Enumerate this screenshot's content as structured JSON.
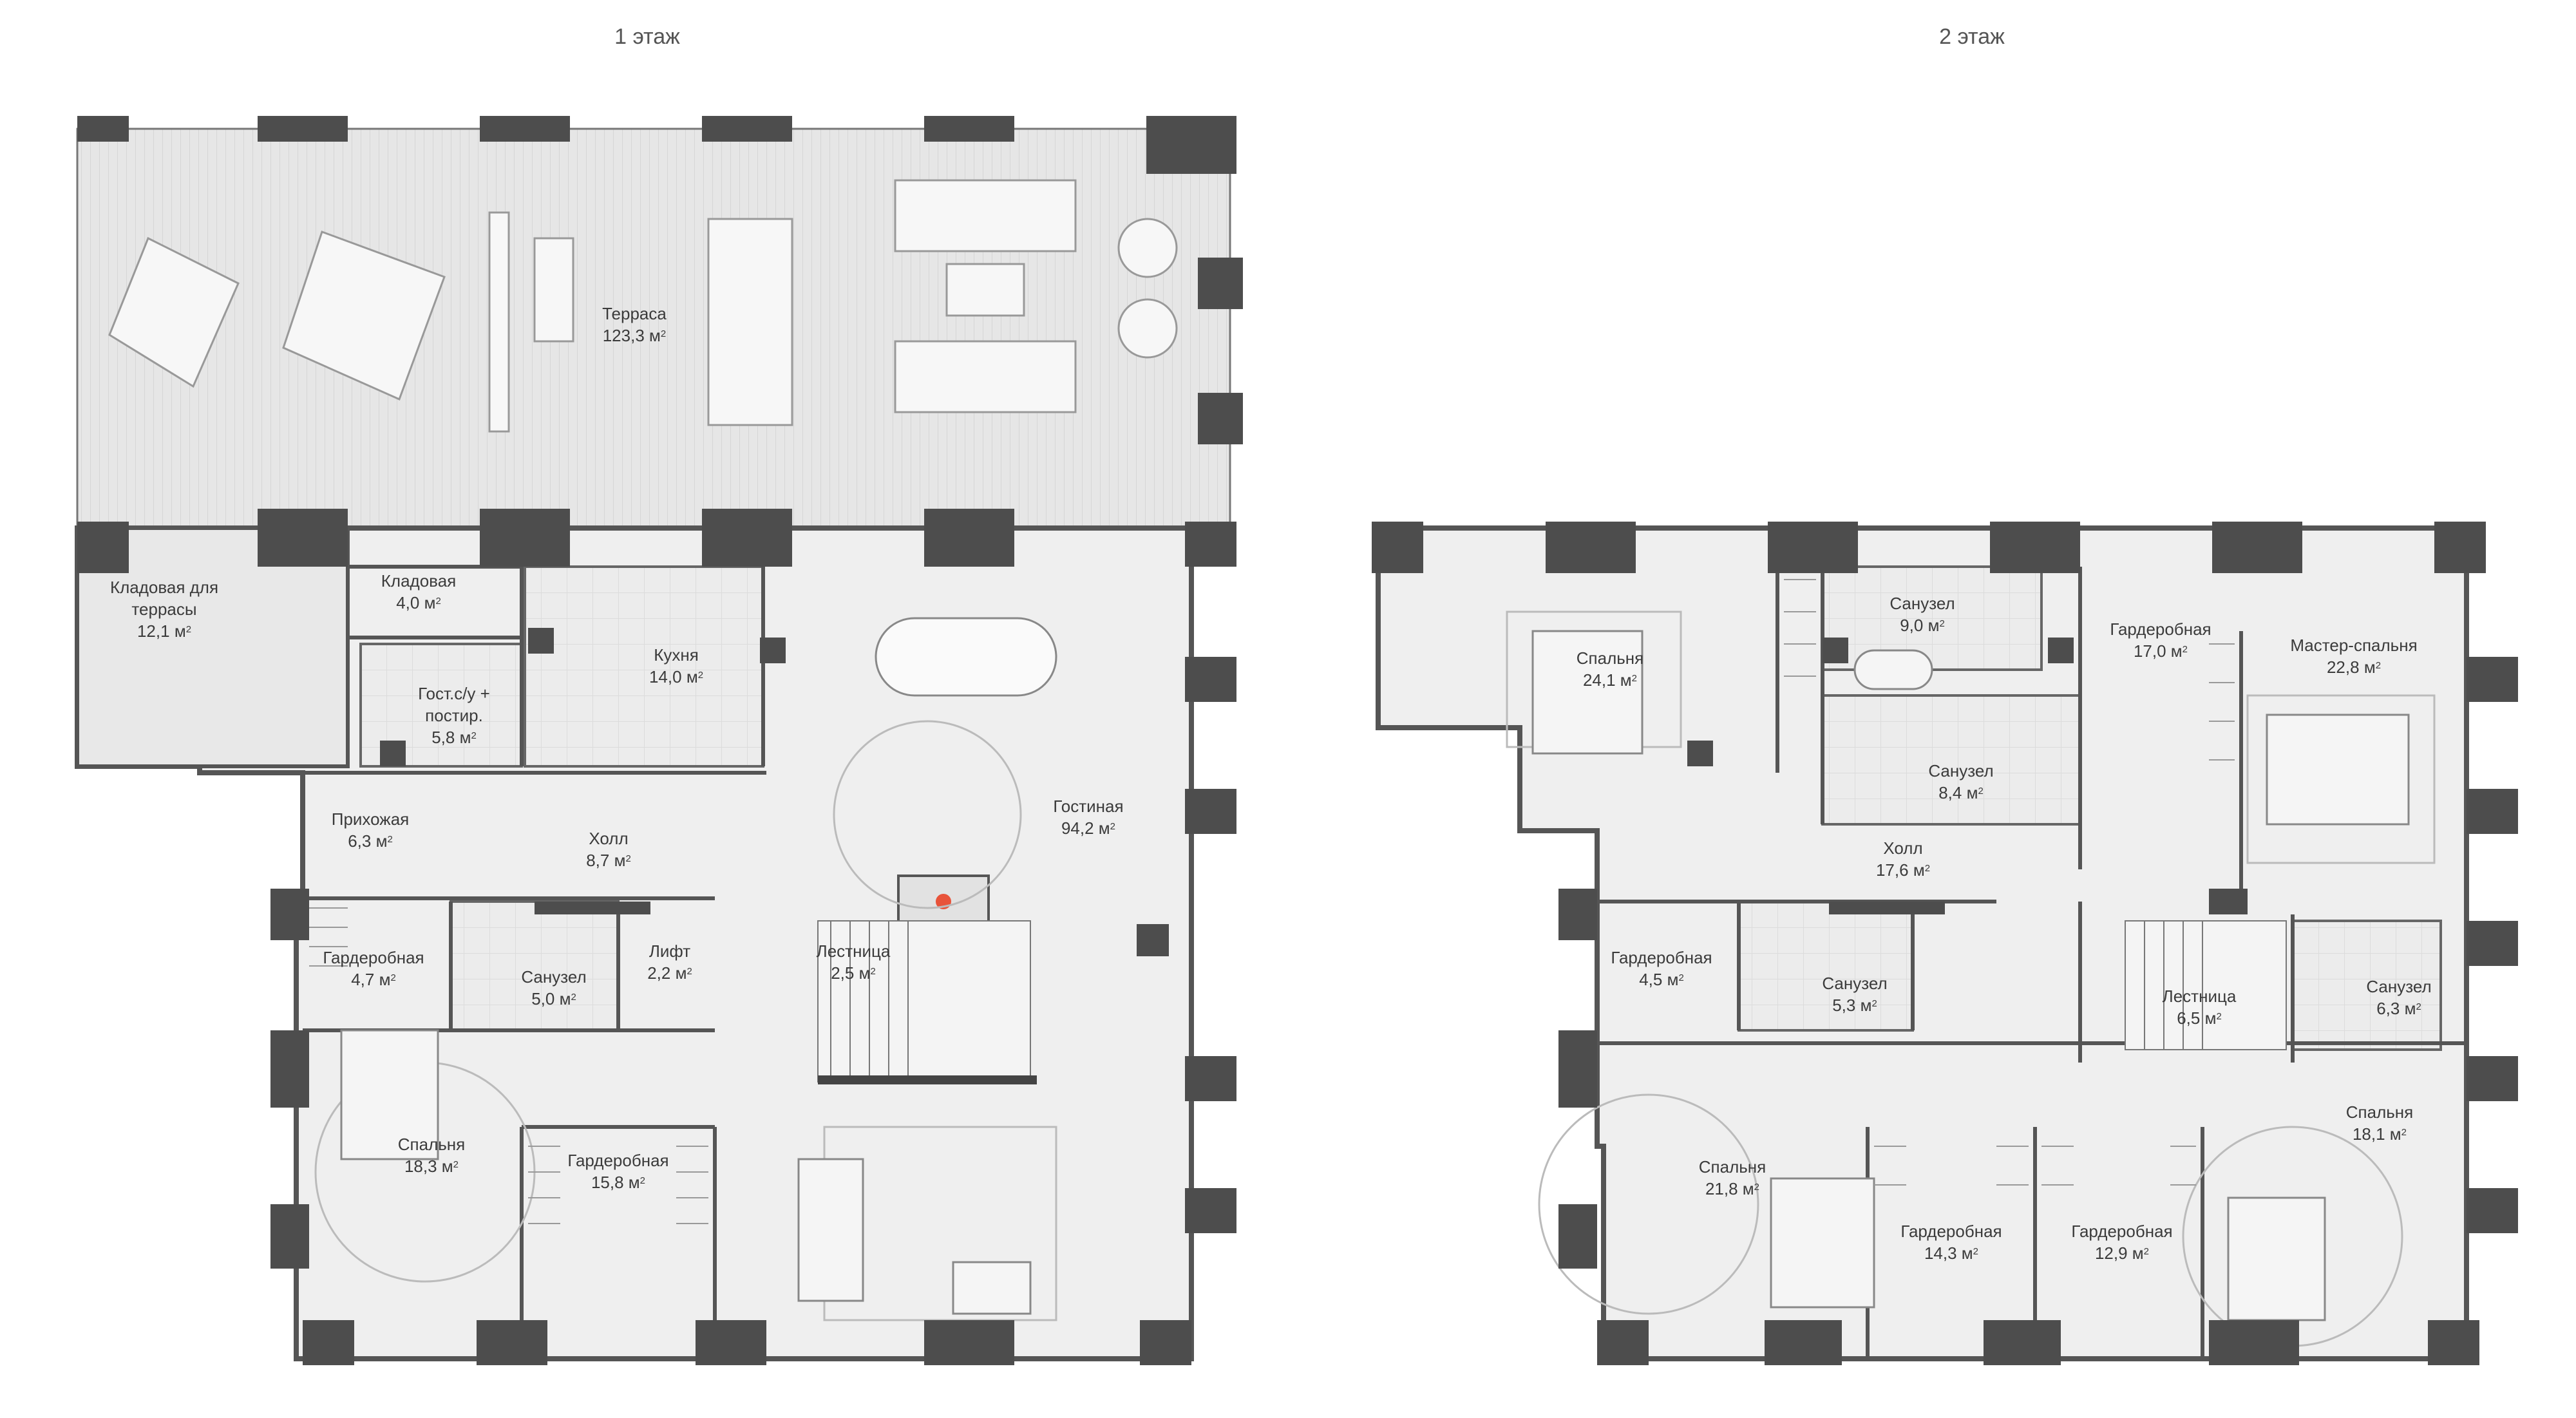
{
  "floors": [
    {
      "title": "1 этаж"
    },
    {
      "title": "2 этаж"
    }
  ],
  "area_unit": "м",
  "area_unit_power": "2",
  "rooms_floor1": [
    {
      "name": "Терраса",
      "area": "123,3"
    },
    {
      "name": "Кладовая для террасы",
      "area": "12,1"
    },
    {
      "name": "Кладовая",
      "area": "4,0"
    },
    {
      "name": "Кухня",
      "area": "14,0"
    },
    {
      "name": "Гост.с/у + постир.",
      "area": "5,8"
    },
    {
      "name": "Гостиная",
      "area": "94,2"
    },
    {
      "name": "Прихожая",
      "area": "6,3"
    },
    {
      "name": "Холл",
      "area": "8,7"
    },
    {
      "name": "Гардеробная",
      "area": "4,7"
    },
    {
      "name": "Санузел",
      "area": "5,0"
    },
    {
      "name": "Лифт",
      "area": "2,2"
    },
    {
      "name": "Лестница",
      "area": "2,5"
    },
    {
      "name": "Спальня",
      "area": "18,3"
    },
    {
      "name": "Гардеробная",
      "area": "15,8"
    }
  ],
  "rooms_floor2": [
    {
      "name": "Спальня",
      "area": "24,1"
    },
    {
      "name": "Санузел",
      "area": "9,0"
    },
    {
      "name": "Гардеробная",
      "area": "17,0"
    },
    {
      "name": "Мастер-спальня",
      "area": "22,8"
    },
    {
      "name": "Санузел",
      "area": "8,4"
    },
    {
      "name": "Холл",
      "area": "17,6"
    },
    {
      "name": "Гардеробная",
      "area": "4,5"
    },
    {
      "name": "Санузел",
      "area": "5,3"
    },
    {
      "name": "Лестница",
      "area": "6,5"
    },
    {
      "name": "Санузел",
      "area": "6,3"
    },
    {
      "name": "Спальня",
      "area": "21,8"
    },
    {
      "name": "Гардеробная",
      "area": "14,3"
    },
    {
      "name": "Гардеробная",
      "area": "12,9"
    },
    {
      "name": "Спальня",
      "area": "18,1"
    }
  ]
}
